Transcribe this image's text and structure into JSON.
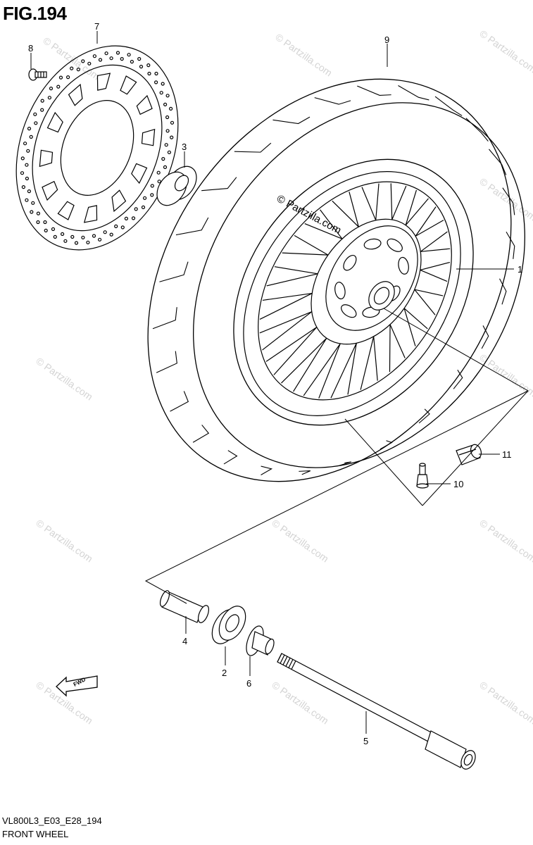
{
  "figure": {
    "title": "FIG.194",
    "code": "VL800L3_E03_E28_194",
    "name": "FRONT WHEEL"
  },
  "watermark": {
    "text": "© Partzilla.com"
  },
  "fwd_label": "FWD",
  "callouts": {
    "p1": "1",
    "p2": "2",
    "p3": "3",
    "p4": "4",
    "p5": "5",
    "p6": "6",
    "p7": "7",
    "p8": "8",
    "p9": "9",
    "p10": "10",
    "p11": "11"
  }
}
